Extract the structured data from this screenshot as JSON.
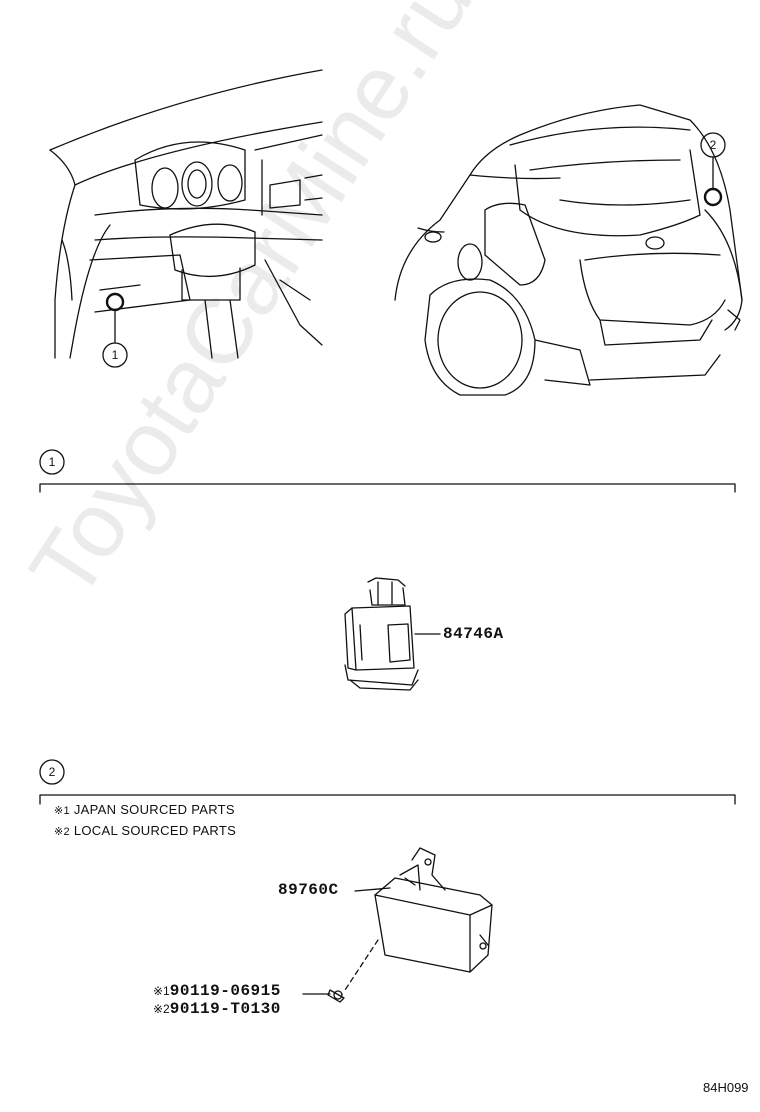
{
  "callouts": {
    "one": "1",
    "two": "2"
  },
  "section1": {
    "part": "84746A"
  },
  "section2": {
    "notes": [
      {
        "mark": "※1",
        "text": "JAPAN SOURCED PARTS"
      },
      {
        "mark": "※2",
        "text": "LOCAL SOURCED PARTS"
      }
    ],
    "part_main": "89760C",
    "bolts": [
      {
        "mark": "※1",
        "number": "90119-06915"
      },
      {
        "mark": "※2",
        "number": "90119-T0130"
      }
    ]
  },
  "drawing_code": "84H099",
  "watermark": "ToyotaCarMine.ru"
}
